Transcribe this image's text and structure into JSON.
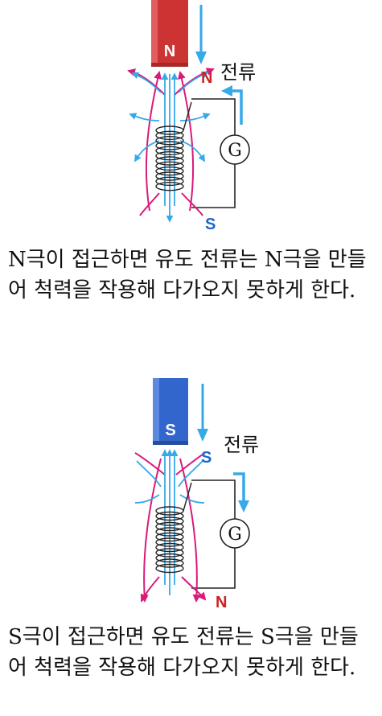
{
  "top": {
    "magnet_label": "N",
    "near_pole_label": "N",
    "far_pole_label": "S",
    "current_label": "전류",
    "galvanometer_label": "G",
    "caption": "N극이 접근하면 유도 전류는 N극을 만들어 척력을 작용해 다가오지 못하게 한다."
  },
  "bottom": {
    "magnet_label": "S",
    "near_pole_label": "S",
    "far_pole_label": "N",
    "current_label": "전류",
    "galvanometer_label": "G",
    "caption": "S극이 접근하면 유도 전류는 S극을 만들어 척력을 작용해 다가오지 못하게 한다."
  },
  "colors": {
    "magnet_n": "#cc3333",
    "magnet_s": "#3366cc",
    "n_label": "#cc2222",
    "s_label": "#2266cc",
    "field_magenta": "#d81b7a",
    "field_blue": "#36a9e8",
    "current_arrow": "#36a9e8"
  }
}
